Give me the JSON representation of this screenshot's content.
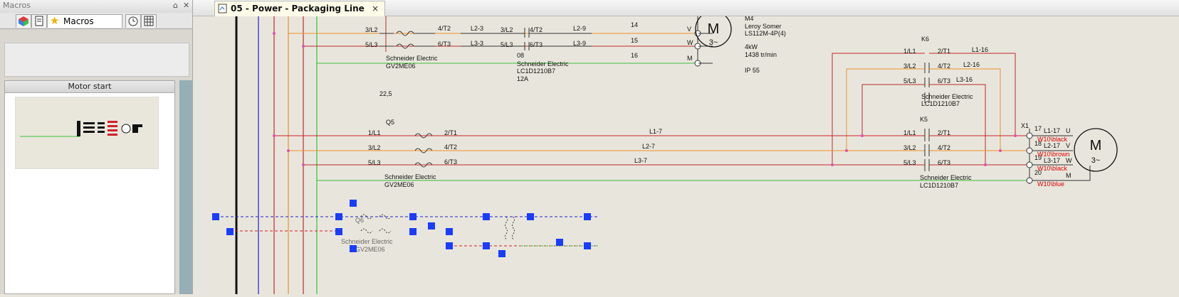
{
  "panel": {
    "title": "Macros",
    "pin_glyph": "⌂",
    "close_glyph": "✕"
  },
  "tabs": [
    {
      "label": "Macros"
    }
  ],
  "macro_preview": {
    "title": "Motor start"
  },
  "document": {
    "tab_title": "05 - Power - Packaging Line"
  },
  "schematic": {
    "top": {
      "terms": [
        "3/L2",
        "5/L3",
        "4/T2",
        "6/T3",
        "L2-3",
        "L3-3",
        "3/L2",
        "5/L3",
        "4/T2",
        "6/T3",
        "L2-9",
        "L3-9",
        "14",
        "15",
        "16",
        "V",
        "W",
        "M"
      ],
      "breaker_maker": "Schneider Electric",
      "breaker_model": "GV2ME06",
      "contactor_id": "08",
      "contactor_maker": "Schneider Electric",
      "contactor_model": "LC1D1210B7",
      "contactor_rating": "12A",
      "motor_symbol": "M",
      "motor_phase": "3~",
      "motor_id": "M4",
      "motor_maker": "Leroy Somer",
      "motor_model": "LS112M-4P(4)",
      "motor_power": "4kW",
      "motor_speed": "1438 tr/min",
      "motor_ip": "IP 55",
      "setting": "22,5"
    },
    "k6": {
      "id": "K6",
      "terms": [
        "1/L1",
        "2/T1",
        "L1-16",
        "3/L2",
        "4/T2",
        "L2-16",
        "5/L3",
        "6/T3",
        "L3-16"
      ],
      "maker": "Schneider Electric",
      "model": "LC1D1210B7"
    },
    "k5": {
      "id": "K5",
      "terms": [
        "1/L1",
        "2/T1",
        "3/L2",
        "4/T2",
        "5/L3",
        "6/T3"
      ],
      "maker": "Schneider Electric",
      "model": "LC1D1210B7"
    },
    "q5": {
      "id": "Q5",
      "terms": [
        "1/L1",
        "2/T1",
        "3/L2",
        "4/T2",
        "5/L3",
        "6/T3"
      ],
      "maker": "Schneider Electric",
      "model": "GV2ME06"
    },
    "wires": [
      "L1-7",
      "L2-7",
      "L3-7"
    ],
    "x1": {
      "id": "X1",
      "terms": [
        "17",
        "18",
        "19",
        "20"
      ],
      "wires": [
        "L1-17",
        "L2-17",
        "L3-17"
      ],
      "colors": [
        "W10\\black",
        "W10\\brown",
        "W10\\black",
        "W10\\blue"
      ],
      "phases": [
        "U",
        "V",
        "W",
        "M"
      ]
    },
    "motor2": {
      "symbol": "M",
      "phase": "3~"
    },
    "ghost": {
      "label_a": "Q6",
      "label_b": "Schneider Electric",
      "label_c": "GV2ME06"
    }
  },
  "colors": {
    "l1": "#d0202a",
    "l2": "#f0902a",
    "l3": "#c0282a",
    "neutral": "#3bbf3b",
    "selection": "#1a3cff",
    "blue_bus": "#2222cc"
  }
}
